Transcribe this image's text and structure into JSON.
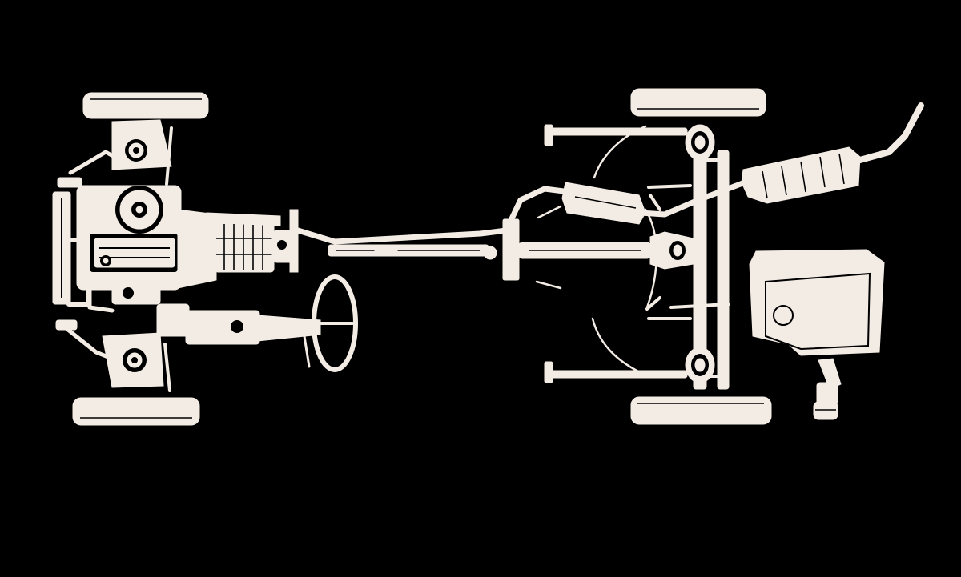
{
  "diagram": {
    "palette": {
      "background": "#000000",
      "drawing": "#f3ece5"
    },
    "parts": [
      "front-left-wheel",
      "front-right-wheel",
      "rear-left-wheel",
      "rear-right-wheel",
      "engine",
      "gearbox",
      "steering-wheel",
      "steering-column",
      "propeller-shaft",
      "front-muffler",
      "rear-muffler",
      "tailpipe",
      "rear-axle",
      "differential",
      "fuel-tank",
      "spare-wheel-carrier",
      "coil-springs",
      "trailing-arms"
    ]
  }
}
